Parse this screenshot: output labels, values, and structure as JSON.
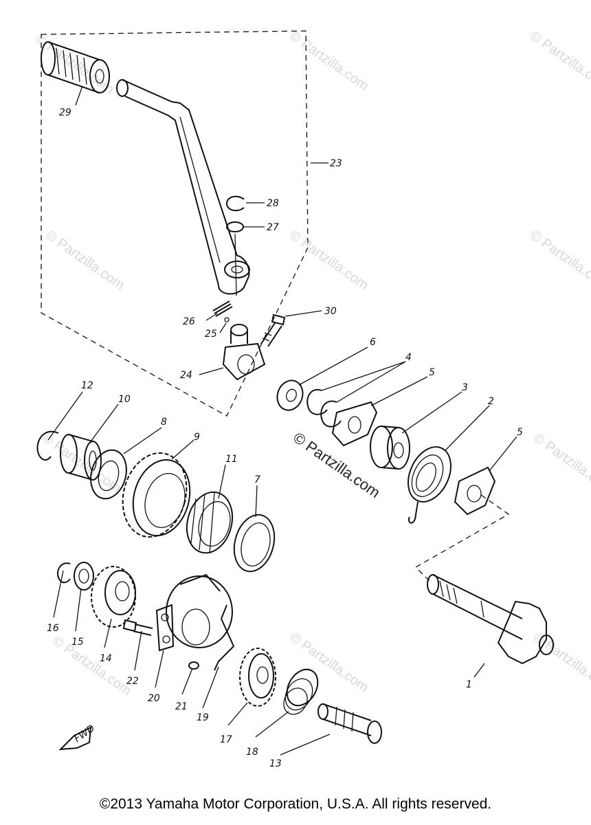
{
  "watermarks": {
    "corner": "© Partzilla.com",
    "center": "© Partzilla.com"
  },
  "callouts": [
    "1",
    "2",
    "3",
    "4",
    "5",
    "5",
    "6",
    "7",
    "8",
    "9",
    "10",
    "11",
    "12",
    "13",
    "14",
    "15",
    "16",
    "17",
    "18",
    "19",
    "20",
    "21",
    "22",
    "23",
    "24",
    "25",
    "26",
    "27",
    "28",
    "29",
    "30"
  ],
  "fwd_label": "FWD",
  "footer": {
    "copyright": "©2013 Yamaha Motor Corporation, U.S.A. All rights reserved."
  }
}
